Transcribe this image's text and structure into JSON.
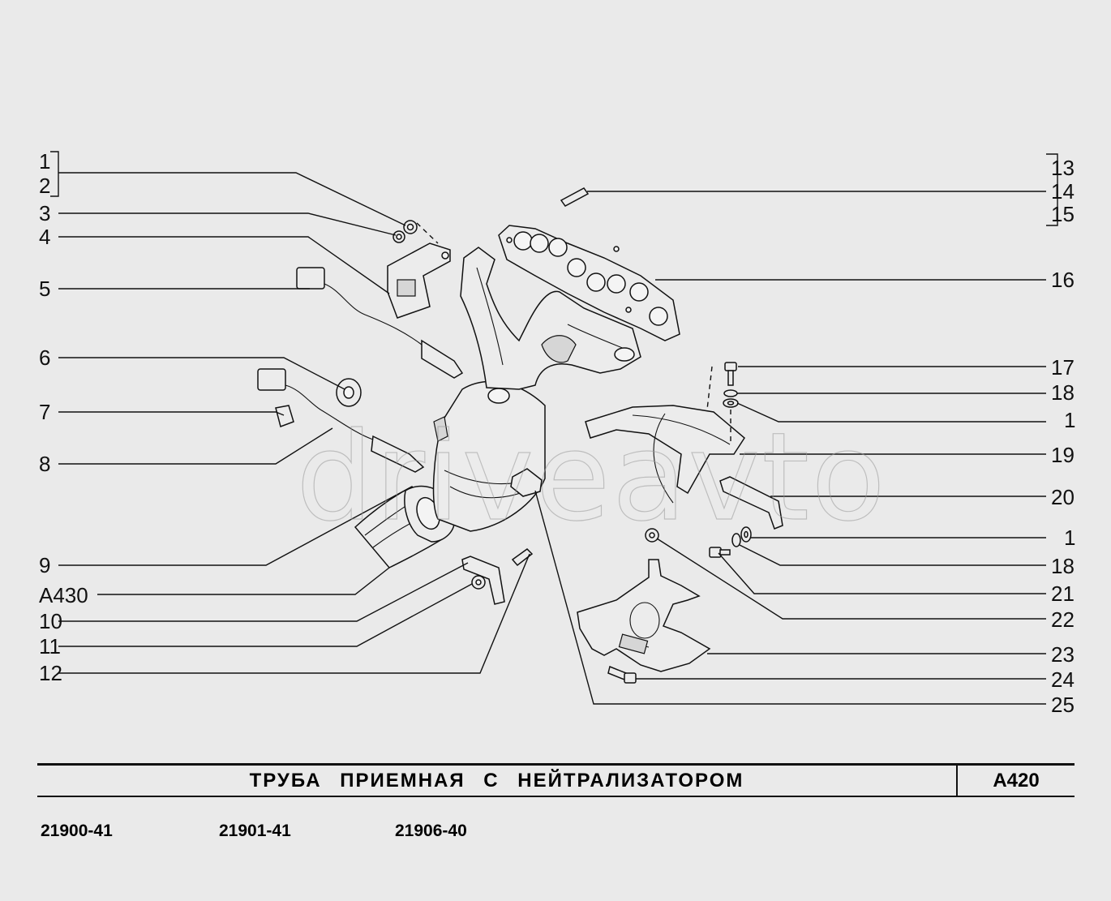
{
  "watermark": "driveavto",
  "title": "ТРУБА   ПРИЕМНАЯ   С   НЕЙТРАЛИЗАТОРОМ",
  "section_code": "A420",
  "models": [
    "21900-41",
    "21901-41",
    "21906-40"
  ],
  "callouts": {
    "left": [
      "1",
      "2",
      "3",
      "4",
      "5",
      "6",
      "7",
      "8",
      "9",
      "A430",
      "10",
      "11",
      "12"
    ],
    "right": [
      "13",
      "14",
      "15",
      "16",
      "17",
      "18",
      "1",
      "19",
      "20",
      "1",
      "18",
      "21",
      "22",
      "23",
      "24",
      "25"
    ]
  }
}
